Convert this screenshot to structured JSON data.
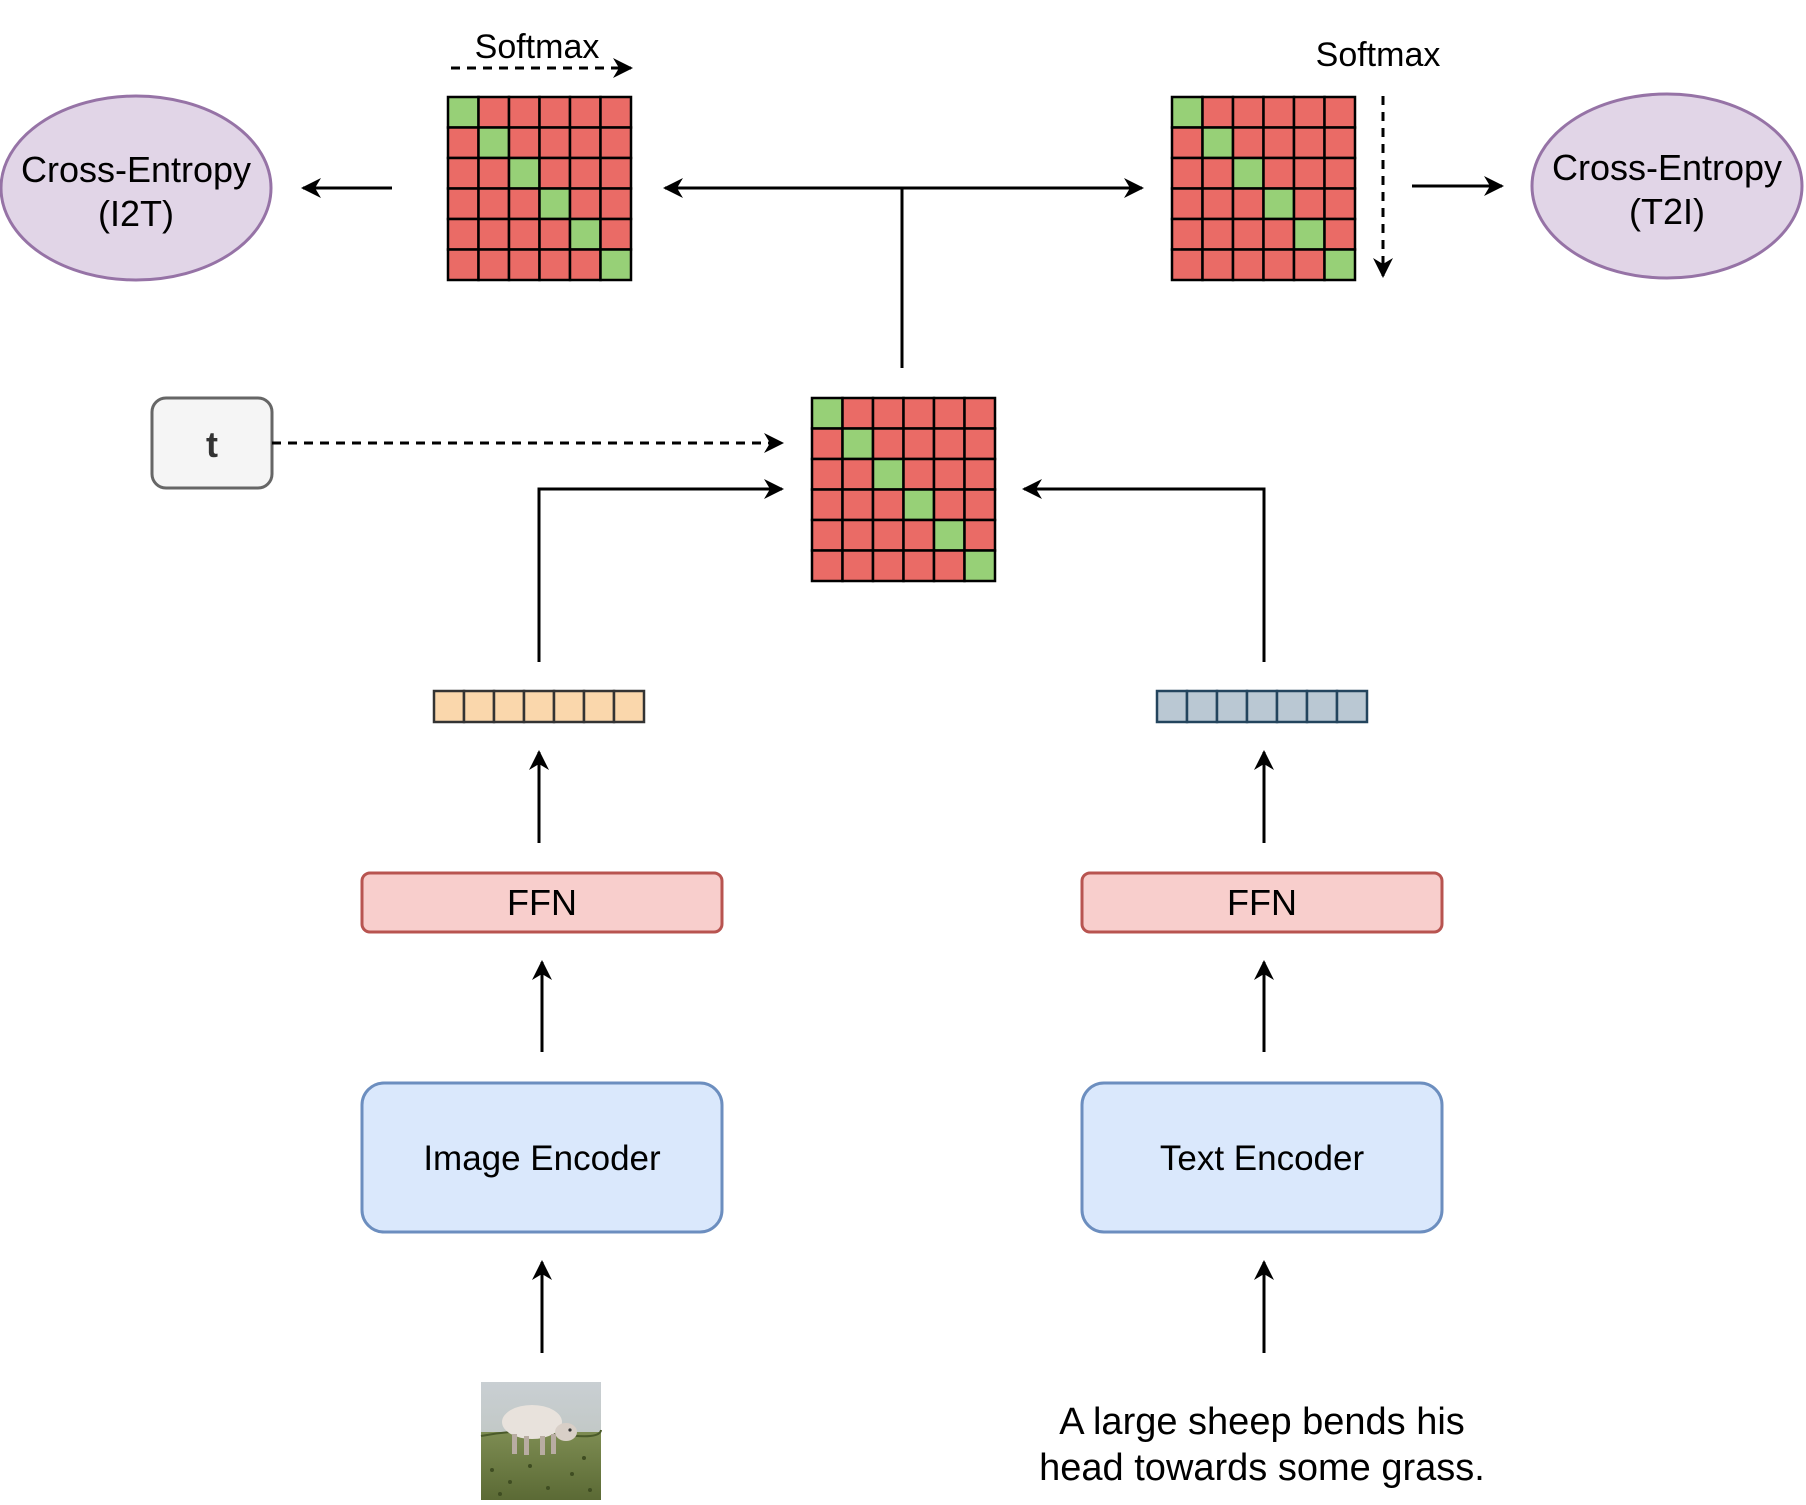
{
  "softmax_left": "Softmax",
  "softmax_right": "Softmax",
  "loss_left": {
    "line1": "Cross-Entropy",
    "line2": "(I2T)"
  },
  "loss_right": {
    "line1": "Cross-Entropy",
    "line2": "(T2I)"
  },
  "temperature": "t",
  "ffn_left": "FFN",
  "ffn_right": "FFN",
  "image_encoder": "Image Encoder",
  "text_encoder": "Text Encoder",
  "caption": {
    "line1": "A large sheep bends his",
    "line2": "head towards some grass."
  },
  "colors": {
    "matrix_off_diag": "#EA6B66",
    "matrix_diag": "#97D077",
    "loss_fill": "#E1D5E7",
    "loss_stroke": "#9673A6",
    "ffn_fill": "#F8CECC",
    "ffn_stroke": "#B85450",
    "encoder_fill": "#DAE8FC",
    "encoder_stroke": "#6C8EBF",
    "image_vec_fill": "#FAD7AC",
    "text_vec_fill": "#BAC8D3",
    "text_vec_stroke": "#23445D",
    "t_fill": "#F5F5F5",
    "t_stroke": "#666666"
  },
  "matrix_size": 6,
  "vector_cells": 7,
  "icons": {
    "input_image": "sheep-photo"
  }
}
